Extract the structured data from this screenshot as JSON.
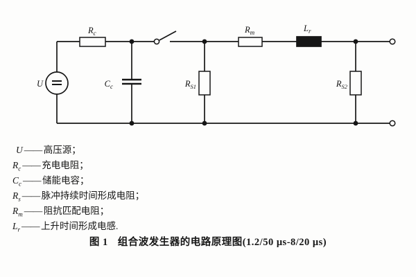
{
  "figure": {
    "caption_figure_no": "图 1",
    "caption_title": "组合波发生器的电路原理图(1.2/50 μs-8/20 μs)"
  },
  "circuit": {
    "source": {
      "base": "U",
      "sub": ""
    },
    "rc": {
      "base": "R",
      "sub": "c"
    },
    "cc": {
      "base": "C",
      "sub": "c"
    },
    "rs1": {
      "base": "R",
      "sub": "S1"
    },
    "rm": {
      "base": "R",
      "sub": "m"
    },
    "lr": {
      "base": "L",
      "sub": "r"
    },
    "rs2": {
      "base": "R",
      "sub": "S2"
    }
  },
  "legend": [
    {
      "base": "U",
      "sub": "",
      "dash": "——",
      "desc": "高压源；"
    },
    {
      "base": "R",
      "sub": "c",
      "dash": "——",
      "desc": "充电电阻；"
    },
    {
      "base": "C",
      "sub": "c",
      "dash": "——",
      "desc": "储能电容；"
    },
    {
      "base": "R",
      "sub": "s",
      "dash": "——",
      "desc": "脉冲持续时间形成电阻；"
    },
    {
      "base": "R",
      "sub": "m",
      "dash": "——",
      "desc": "阻抗匹配电阻；"
    },
    {
      "base": "L",
      "sub": "r",
      "dash": "——",
      "desc": "上升时间形成电感."
    }
  ],
  "colors": {
    "ink": "#161616",
    "paper": "#fdfdfc"
  }
}
